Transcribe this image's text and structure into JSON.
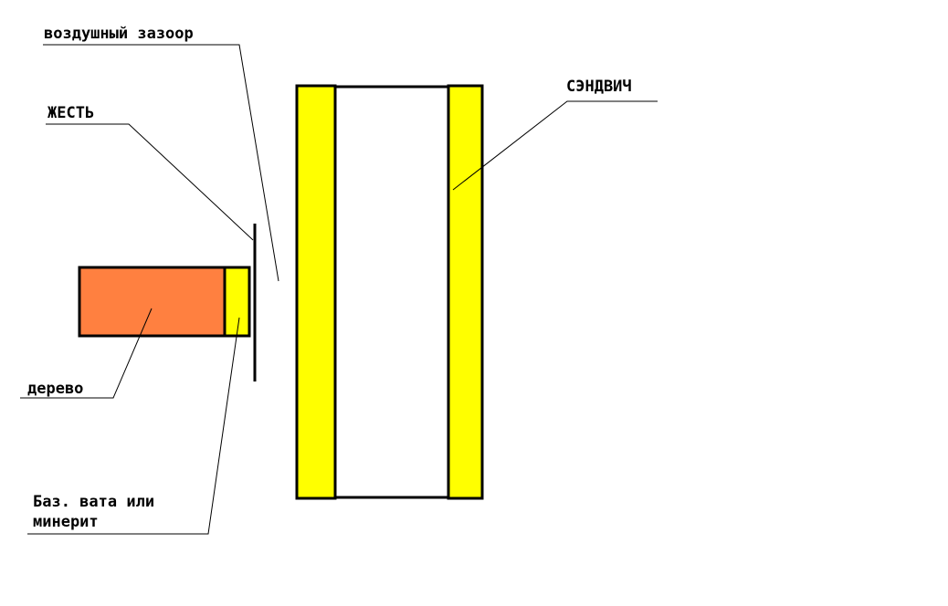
{
  "colors": {
    "wood": "#ff8040",
    "insulation": "#ffff00",
    "background": "#ffffff",
    "line": "#000000"
  },
  "labels": {
    "air_gap": "воздушный зазоор",
    "tin": "ЖЕСТЬ",
    "sandwich": "СЭНДВИЧ",
    "wood": "дерево",
    "insulation_line1": "Баз. вата или",
    "insulation_line2": "минерит"
  }
}
